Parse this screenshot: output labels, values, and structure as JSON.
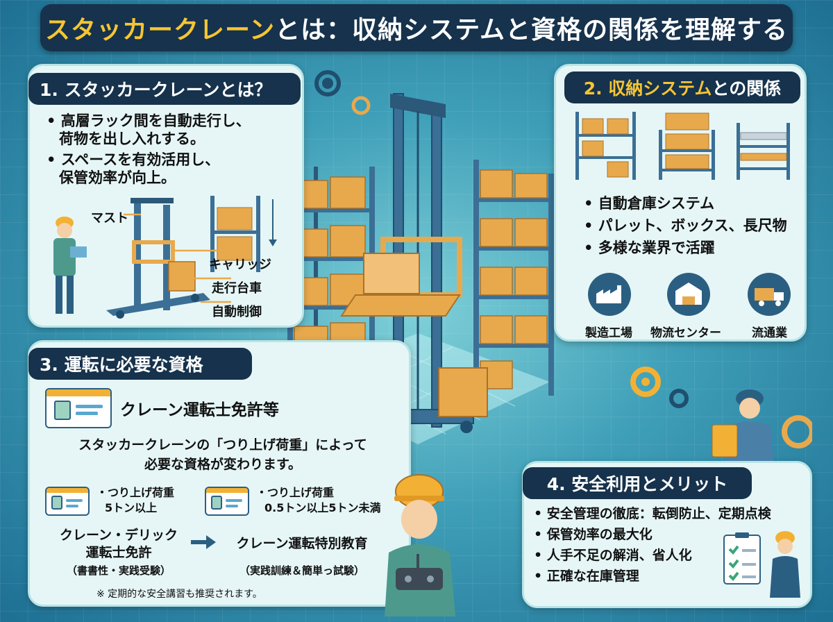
{
  "title": {
    "highlight": "スタッカークレーン",
    "rest": "とは：収納システムと資格の関係を理解する"
  },
  "section1": {
    "heading": "1. スタッカークレーンとは？",
    "bullets": [
      [
        "高層ラック間を自動走行し、",
        "荷物を出し入れする。"
      ],
      [
        "スペースを有効活用し、",
        "保管効率が向上。"
      ]
    ],
    "parts": {
      "mast": "マスト",
      "carriage": "キャリッジ",
      "travel_cart": "走行台車",
      "auto_control": "自動制御"
    }
  },
  "section2": {
    "heading_hi": "2. 収納システム",
    "heading_rest": "との関係",
    "bullets": [
      "自動倉庫システム",
      "パレット、ボックス、長尺物",
      "多様な業界で活躍"
    ],
    "industries": [
      "製造工場",
      "物流センター",
      "流通業"
    ]
  },
  "section3": {
    "heading": "3. 運転に必要な資格",
    "license": "クレーン運転士免許等",
    "desc_line1": "スタッカークレーンの「つり上げ荷重」によって",
    "desc_line2": "必要な資格が変わります。",
    "case_a": {
      "line1": "・つり上げ荷重",
      "line2": "5トン以上",
      "result_line1": "クレーン・デリック",
      "result_line2": "運転士免許",
      "note": "（書書性・実践受験）"
    },
    "case_b": {
      "line1": "・つり上げ荷重",
      "line2": "0.5トン以上5トン未満",
      "result": "クレーン運転特別教育",
      "note": "（実践訓練＆簡単っ試験）"
    },
    "footnote": "※ 定期的な安全講習も推奨されます。"
  },
  "section4": {
    "heading": "4. 安全利用とメリット",
    "bullets": [
      "安全管理の徹底：転倒防止、定期点検",
      "保管効率の最大化",
      "人手不足の解消、省人化",
      "正確な在庫管理"
    ]
  },
  "colors": {
    "navy": "#16324c",
    "accent_yellow": "#f6c533",
    "panel_bg": "#e6f6f6",
    "box_orange": "#e8a94d",
    "rack_blue": "#3b6f95"
  }
}
